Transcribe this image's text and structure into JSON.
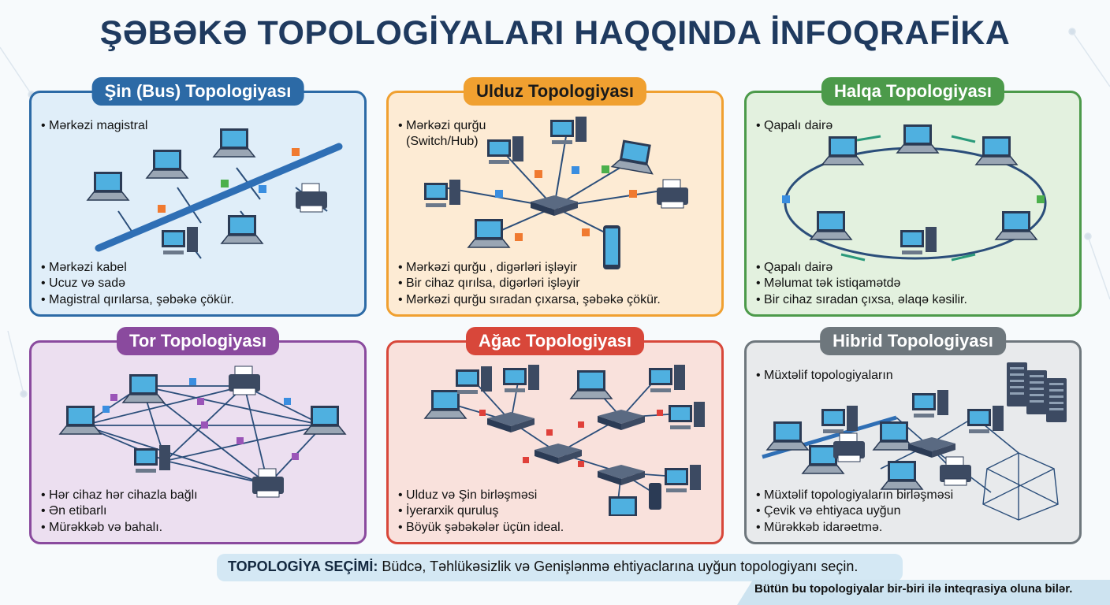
{
  "title": "ŞƏBƏKƏ TOPOLOGİYALARI HAQQINDA İNFOQRAFİKA",
  "cards": [
    {
      "title": "Şin (Bus) Topologiyası",
      "top": [
        "• Mərkəzi  magistral"
      ],
      "bottom": [
        "• Mərkəzi kabel",
        "• Ucuz və sadə",
        "• Magistral qırılarsa, şəbəkə çökür."
      ],
      "color": "#2c6aa6"
    },
    {
      "title": "Ulduz Topologiyası",
      "top": [
        "• Mərkəzi qurğu",
        "  (Switch/Hub)"
      ],
      "bottom": [
        "• Mərkəzi qurğu , digərləri işləyir",
        "• Bir cihaz qırılsa, digərləri işləyir",
        "• Mərkəzi qurğu sıradan çıxarsa, şəbəkə çökür."
      ],
      "color": "#f0a030"
    },
    {
      "title": "Halqa Topologiyası",
      "top": [
        "• Qapalı dairə"
      ],
      "bottom": [
        "• Qapalı dairə",
        "• Məlumat tək istiqamətdə",
        "• Bir cihaz sıradan çıxsa, əlaqə kəsilir."
      ],
      "color": "#4c9a4a"
    },
    {
      "title": "Tor Topologiyası",
      "top": [],
      "bottom": [
        "• Hər cihaz hər cihazla bağlı",
        "• Ən etibarlı",
        "• Mürəkkəb və bahalı."
      ],
      "color": "#8a4a9e"
    },
    {
      "title": "Ağac Topologiyası",
      "top": [],
      "bottom": [
        "• Ulduz və Şin birləşməsi",
        "• İyerarxik quruluş",
        "• Böyük şəbəkələr üçün ideal."
      ],
      "color": "#d8473a"
    },
    {
      "title": "Hibrid Topologiyası",
      "top": [
        "• Müxtəlif topologiyaların"
      ],
      "bottom": [
        "• Müxtəlif topologiyaların birləşməsi",
        "• Çevik və ehtiyaca uyğun",
        "• Mürəkkəb idarəetmə."
      ],
      "color": "#6e777d"
    }
  ],
  "footer": {
    "label": "TOPOLOGİYA SEÇİMİ:",
    "text": " Büdcə, Təhlükəsizlik və Genişlənmə ehtiyaclarına uyğun topologiyanı seçin.",
    "note": "Bütün bu topologiyalar bir-biri ilə inteqrasiya oluna bilər."
  }
}
